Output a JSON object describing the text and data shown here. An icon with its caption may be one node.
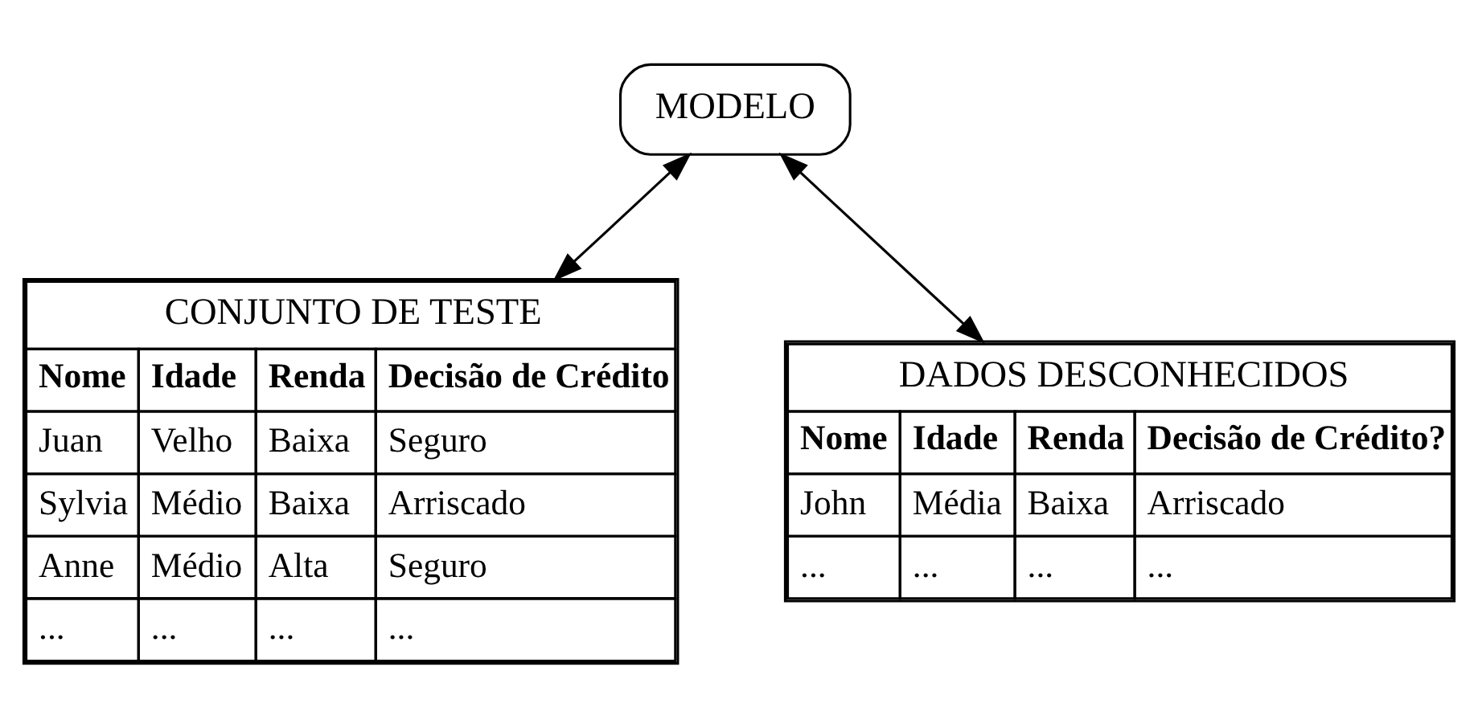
{
  "diagram": {
    "nodes": [
      {
        "text": [
          "MODELO"
        ]
      },
      {
        "text": [
          "CONJUNTO DE TESTE",
          "Nome",
          "Idade",
          "Renda",
          "Decisão de Crédito",
          "Juan",
          "Velho",
          "Baixa",
          "Seguro",
          "Sylvia",
          "Médio",
          "Baixa",
          "Arriscado",
          "Anne",
          "Médio",
          "Alta",
          "Seguro",
          "...",
          "...",
          "...",
          "..."
        ]
      },
      {
        "text": [
          "DADOS DESCONHECIDOS",
          "Nome",
          "Idade",
          "Renda",
          "Decisão de Crédito?",
          "John",
          "Média",
          "Baixa",
          "Arriscado",
          "...",
          "...",
          "...",
          "..."
        ]
      }
    ],
    "edges": [
      {
        "from": 0,
        "to": 1,
        "arrow": "both"
      },
      {
        "from": 0,
        "to": 2,
        "arrow": "both"
      }
    ]
  }
}
